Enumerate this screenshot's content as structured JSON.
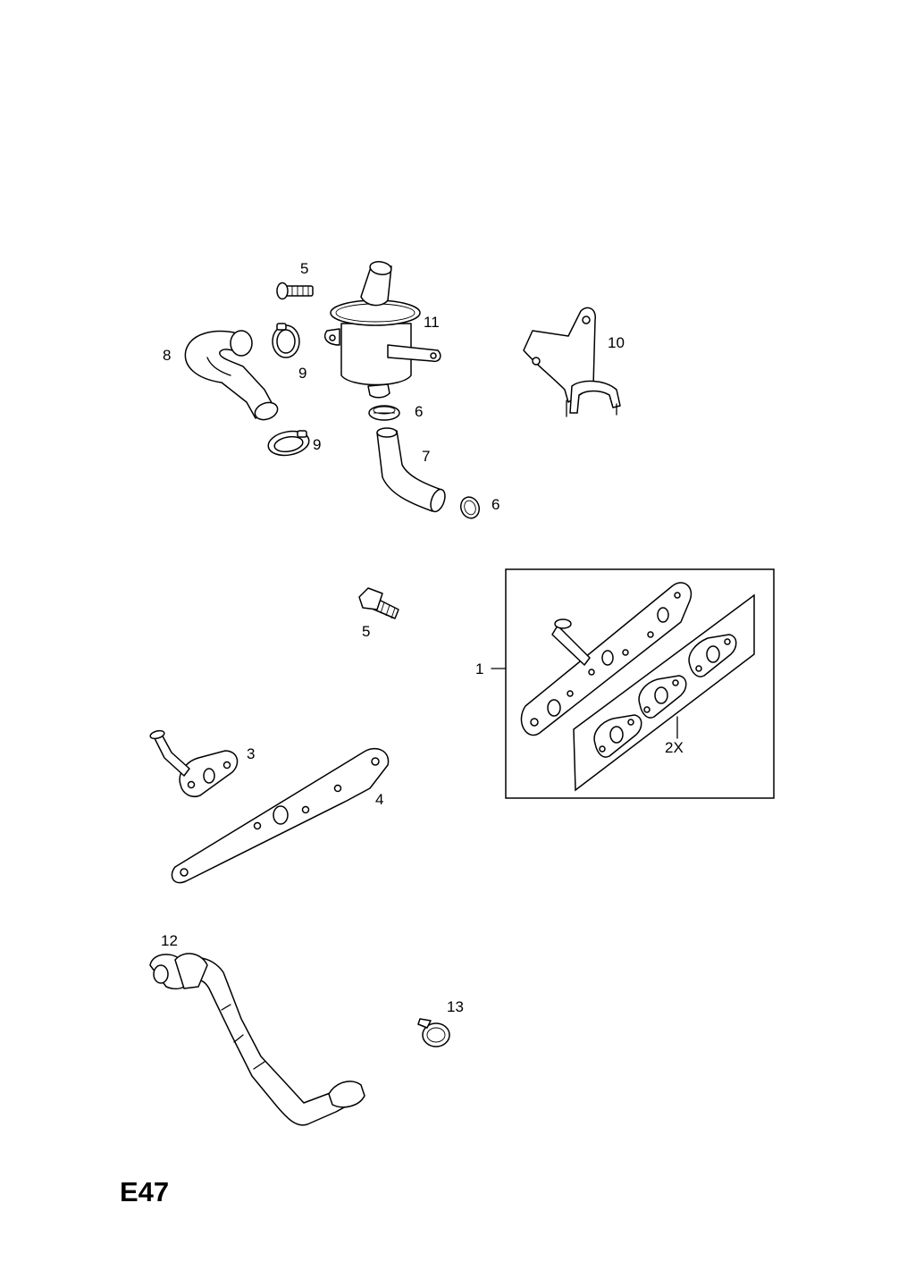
{
  "diagram": {
    "page_code": "E47",
    "callouts": {
      "c1": "1",
      "c2x": "2X",
      "c3": "3",
      "c4": "4",
      "c5a": "5",
      "c5b": "5",
      "c6a": "6",
      "c6b": "6",
      "c7": "7",
      "c8": "8",
      "c9a": "9",
      "c9b": "9",
      "c10": "10",
      "c11": "11",
      "c12": "12",
      "c13": "13"
    }
  }
}
